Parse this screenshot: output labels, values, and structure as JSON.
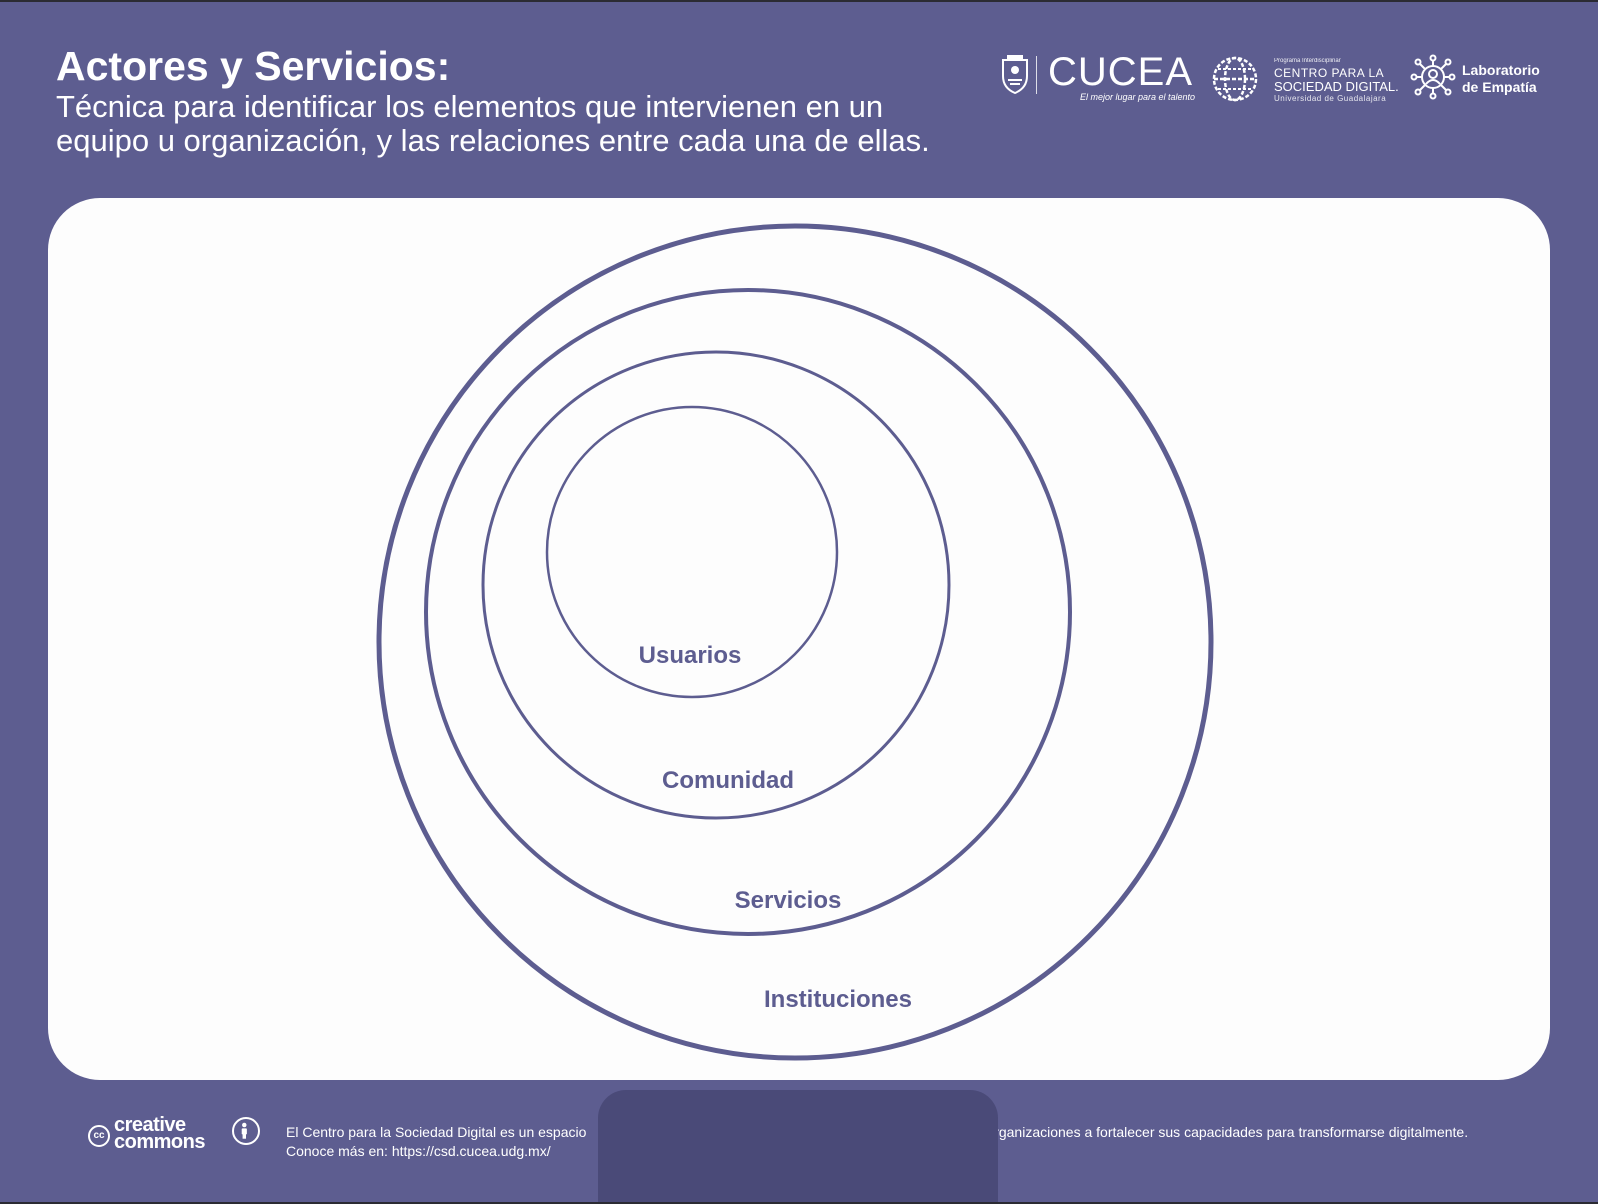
{
  "header": {
    "title": "Actores y Servicios:",
    "subtitle": "Técnica para identificar los elementos que intervienen en un equipo u organización, y las relaciones entre cada una de ellas."
  },
  "logos": {
    "cucea": {
      "name": "CUCEA",
      "tagline": "El mejor lugar para el talento"
    },
    "csd": {
      "program": "Programa Interdisciplinar",
      "line1": "CENTRO PARA LA",
      "line2": "SOCIEDAD DIGITAL.",
      "line3": "Universidad de Guadalajara"
    },
    "lab": {
      "line1": "Laboratorio",
      "line2": "de Empatía"
    }
  },
  "diagram": {
    "rings": [
      {
        "label": "Usuarios"
      },
      {
        "label": "Comunidad"
      },
      {
        "label": "Servicios"
      },
      {
        "label": "Instituciones"
      }
    ],
    "color": "#5d5d90"
  },
  "footer": {
    "cc_word1": "creative",
    "cc_word2": "commons",
    "text_line1_start": "El Centro para la Sociedad Digital es un espacio",
    "text_line1_end": "organizaciones a fortalecer sus capacidades para transformarse digitalmente.",
    "text_line2": "Conoce más en: https://csd.cucea.udg.mx/"
  },
  "colors": {
    "background": "#5d5d90",
    "card": "#fdfdfd",
    "text": "#ffffff",
    "overlay": "#4a4a78"
  }
}
